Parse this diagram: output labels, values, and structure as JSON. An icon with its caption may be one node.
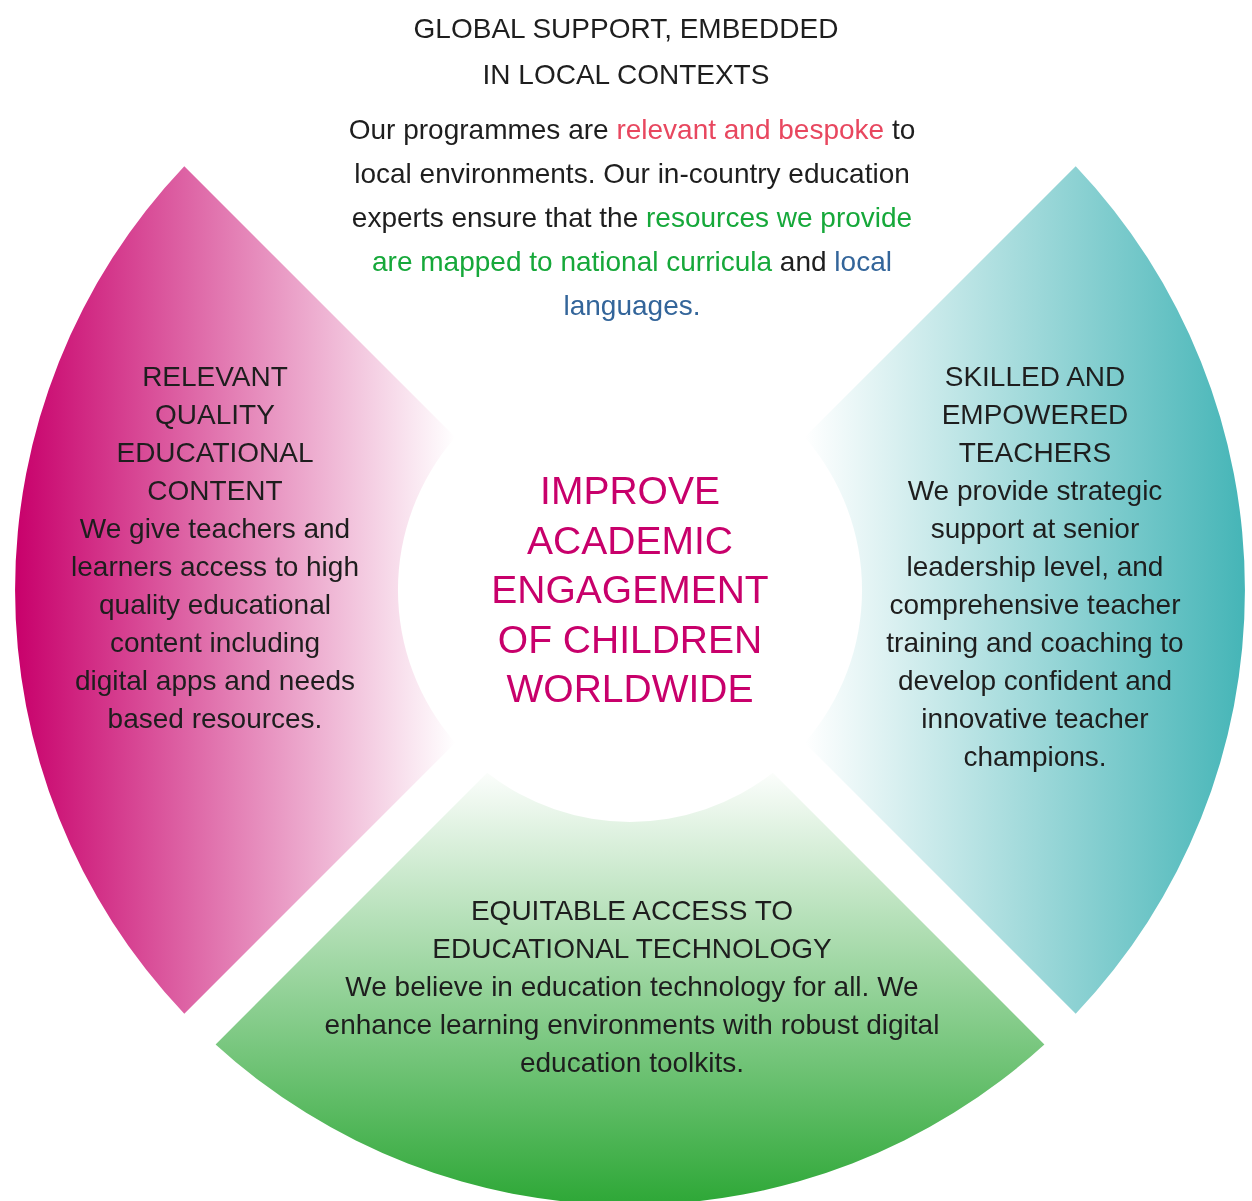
{
  "diagram": {
    "title": "GLOBAL SUPPORT, EMBEDDED IN LOCAL CONTEXTS",
    "nodes": [
      {
        "text": [
          "RELEVANT QUALITY EDUCATIONAL CONTENT",
          "We give teachers and learners access to high quality educational content including digital apps and needs based resources."
        ]
      },
      {
        "text": [
          "IMPROVE ACADEMIC ENGAGEMENT OF CHILDREN WORLDWIDE"
        ]
      },
      {
        "text": [
          "SKILLED AND EMPOWERED TEACHERS",
          "We provide strategic support at senior leadership level, and comprehensive teacher training and coaching to develop confident and innovative teacher champions."
        ]
      },
      {
        "text": [
          "EQUITABLE ACCESS TO EDUCATIONAL TECHNOLOGY",
          "We believe in education technology for all. We enhance learning environments with robust digital education toolkits."
        ]
      }
    ],
    "labels": [
      "Our programmes are *relevant and bespoke* to local environments. Our in-country education experts ensure that the *resources we provide are mapped to national curricula* and *local languages.*"
    ]
  }
}
